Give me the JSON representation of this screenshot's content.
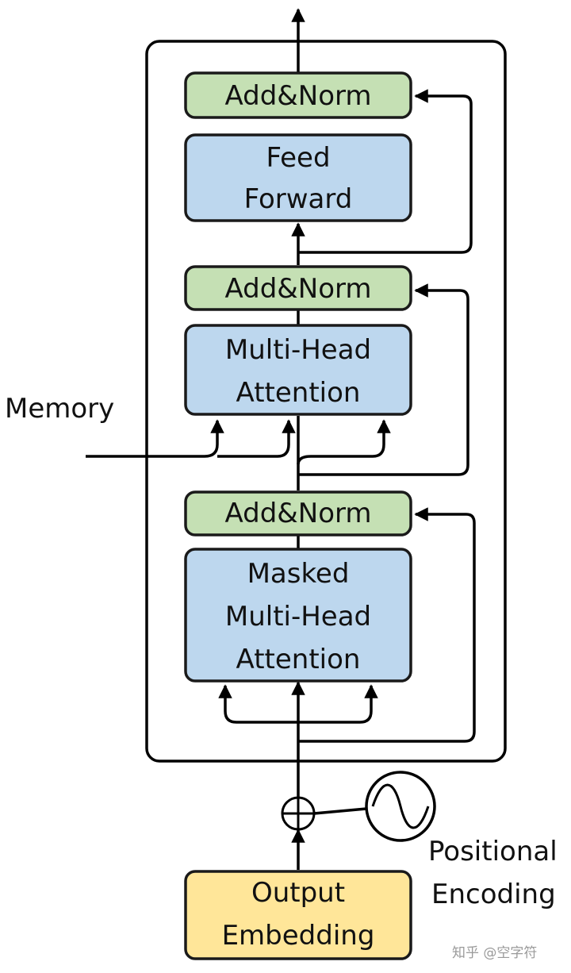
{
  "colors": {
    "add_norm": "#c5e0b4",
    "attention": "#bdd7ee",
    "embedding": "#ffe699",
    "stroke": "#1a1a1a"
  },
  "blocks": {
    "add_norm_top": "Add&Norm",
    "feed_forward": [
      "Feed",
      "Forward"
    ],
    "add_norm_mid": "Add&Norm",
    "multi_head_attention": [
      "Multi-Head",
      "Attention"
    ],
    "add_norm_bottom": "Add&Norm",
    "masked_attention": [
      "Masked",
      "Multi-Head",
      "Attention"
    ],
    "output_embedding": [
      "Output",
      "Embedding"
    ]
  },
  "labels": {
    "memory": "Memory",
    "positional_encoding": [
      "Positional",
      "Encoding"
    ]
  },
  "watermark": "知乎 @空字符"
}
